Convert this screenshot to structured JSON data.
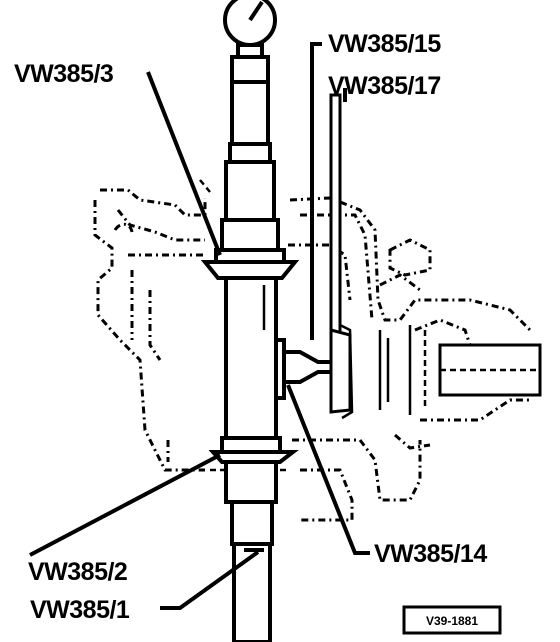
{
  "labels": {
    "vw385_3": "VW385/3",
    "vw385_15": "VW385/15",
    "vw385_17": "VW385/17",
    "vw385_2": "VW385/2",
    "vw385_14": "VW385/14",
    "vw385_1": "VW385/1"
  },
  "reference": "V39-1881"
}
